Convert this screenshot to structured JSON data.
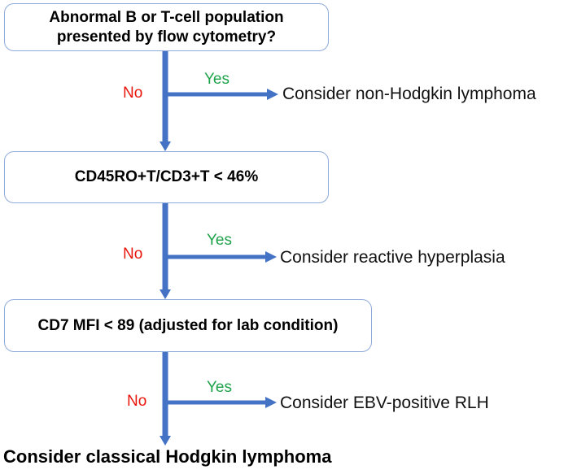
{
  "steps": [
    {
      "question": "Abnormal B or T-cell population presented by flow cytometry?",
      "question_line1": "Abnormal B or T-cell population",
      "question_line2": "presented by flow cytometry?",
      "no_label": "No",
      "yes_label": "Yes",
      "yes_outcome": "Consider non-Hodgkin lymphoma"
    },
    {
      "question": "CD45RO+T/CD3+T < 46%",
      "no_label": "No",
      "yes_label": "Yes",
      "yes_outcome": "Consider reactive hyperplasia"
    },
    {
      "question": "CD7 MFI < 89 (adjusted for lab condition)",
      "no_label": "No",
      "yes_label": "Yes",
      "yes_outcome": "Consider EBV-positive RLH"
    }
  ],
  "final_outcome": "Consider classical Hodgkin lymphoma",
  "colors": {
    "arrow": "#4472c4",
    "box_border": "#8eaadb",
    "no": "#e8160c",
    "yes": "#1fa34a"
  }
}
